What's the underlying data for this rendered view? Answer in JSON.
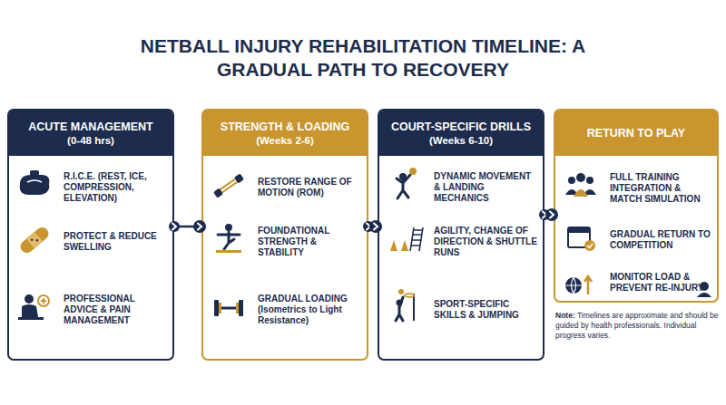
{
  "diagram": {
    "title": "NETBALL INJURY REHABILITATION TIMELINE: A GRADUAL PATH TO RECOVERY",
    "nodes": [
      {
        "text": [
          "ACUTE MANAGEMENT",
          "(0-48 hrs)"
        ]
      },
      {
        "text": [
          "R.I.C.E. (REST, ICE, COMPRESSION, ELEVATION)"
        ],
        "in": 0
      },
      {
        "text": [
          "PROTECT & REDUCE SWELLING"
        ],
        "in": 0
      },
      {
        "text": [
          "PROFESSIONAL ADVICE & PAIN MANAGEMENT"
        ],
        "in": 0
      },
      {
        "text": [
          "STRENGTH & LOADING",
          "(Weeks 2-6)"
        ]
      },
      {
        "text": [
          "RESTORE RANGE OF MOTION (ROM)"
        ],
        "in": 4
      },
      {
        "text": [
          "FOUNDATIONAL STRENGTH & STABILITY"
        ],
        "in": 4
      },
      {
        "text": [
          "GRADUAL LOADING (Isometrics to Light Resistance)"
        ],
        "in": 4
      },
      {
        "text": [
          "COURT-SPECIFIC DRILLS",
          "(Weeks 6-10)"
        ]
      },
      {
        "text": [
          "DYNAMIC MOVEMENT & LANDING MECHANICS"
        ],
        "in": 8
      },
      {
        "text": [
          "AGILITY, CHANGE OF DIRECTION & SHUTTLE RUNS"
        ],
        "in": 8
      },
      {
        "text": [
          "SPORT-SPECIFIC SKILLS & JUMPING"
        ],
        "in": 8
      },
      {
        "text": [
          "RETURN TO PLAY"
        ]
      },
      {
        "text": [
          "FULL TRAINING INTEGRATION & MATCH SIMULATION"
        ],
        "in": 12
      },
      {
        "text": [
          "GRADUAL RETURN TO COMPETITION"
        ],
        "in": 12
      },
      {
        "text": [
          "MONITOR LOAD & PREVENT RE-INJURY"
        ],
        "in": 12
      }
    ],
    "edges": [
      {
        "from": 0,
        "to": 4,
        "arrow": "to"
      },
      {
        "from": 4,
        "to": 8,
        "arrow": "to"
      },
      {
        "from": 8,
        "to": 12,
        "arrow": "to"
      }
    ],
    "labels": [
      "Note:",
      "Timelines are approximate and should be guided by health professionals. Individual progress varies."
    ]
  }
}
